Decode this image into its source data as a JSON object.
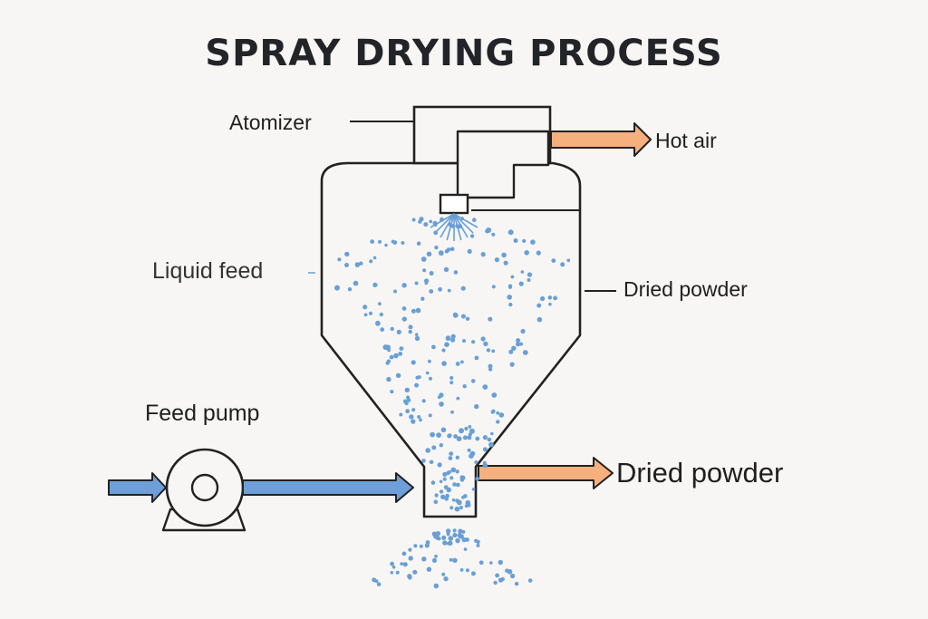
{
  "title": "SPRAY DRYING PROCESS",
  "labels": {
    "atomizer": "Atomizer",
    "hot_air": "Hot air",
    "liquid_feed": "Liquid feed",
    "dried_powder_side": "Dried powder",
    "feed_pump": "Feed pump",
    "dried_powder_outlet": "Dried powder"
  },
  "colors": {
    "liquid_flow": "#6f9fd8",
    "hot_air_flow": "#f5b07e",
    "droplets": "#6a9fd6",
    "outline": "#222222",
    "background": "#f7f6f4"
  },
  "icons": {
    "pump": "feed-pump-icon",
    "atomizer_nozzle": "nozzle-icon"
  }
}
